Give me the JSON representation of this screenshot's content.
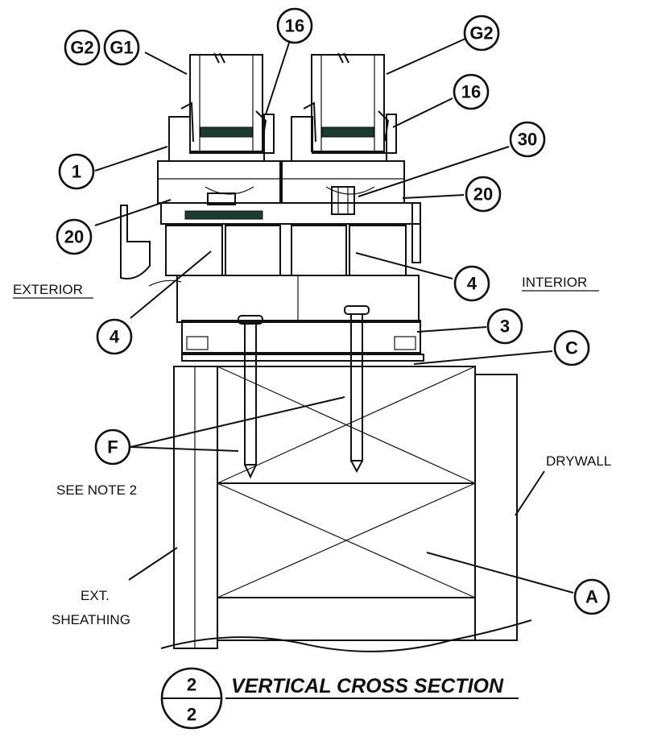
{
  "callouts": {
    "g2_left": "G2",
    "g1": "G1",
    "c16_top": "16",
    "g2_right": "G2",
    "c16_right": "16",
    "c30": "30",
    "c1": "1",
    "c20_left": "20",
    "c20_right": "20",
    "c4_left": "4",
    "c4_right": "4",
    "c3": "3",
    "cC": "C",
    "cF": "F",
    "cA": "A"
  },
  "labels": {
    "exterior": "EXTERIOR",
    "interior": "INTERIOR",
    "drywall": "DRYWALL",
    "see_note": "SEE NOTE 2",
    "sheathing_line1": "EXT.",
    "sheathing_line2": "SHEATHING"
  },
  "section": {
    "title": "VERTICAL CROSS SECTION",
    "number_top": "2",
    "number_bottom": "2"
  }
}
